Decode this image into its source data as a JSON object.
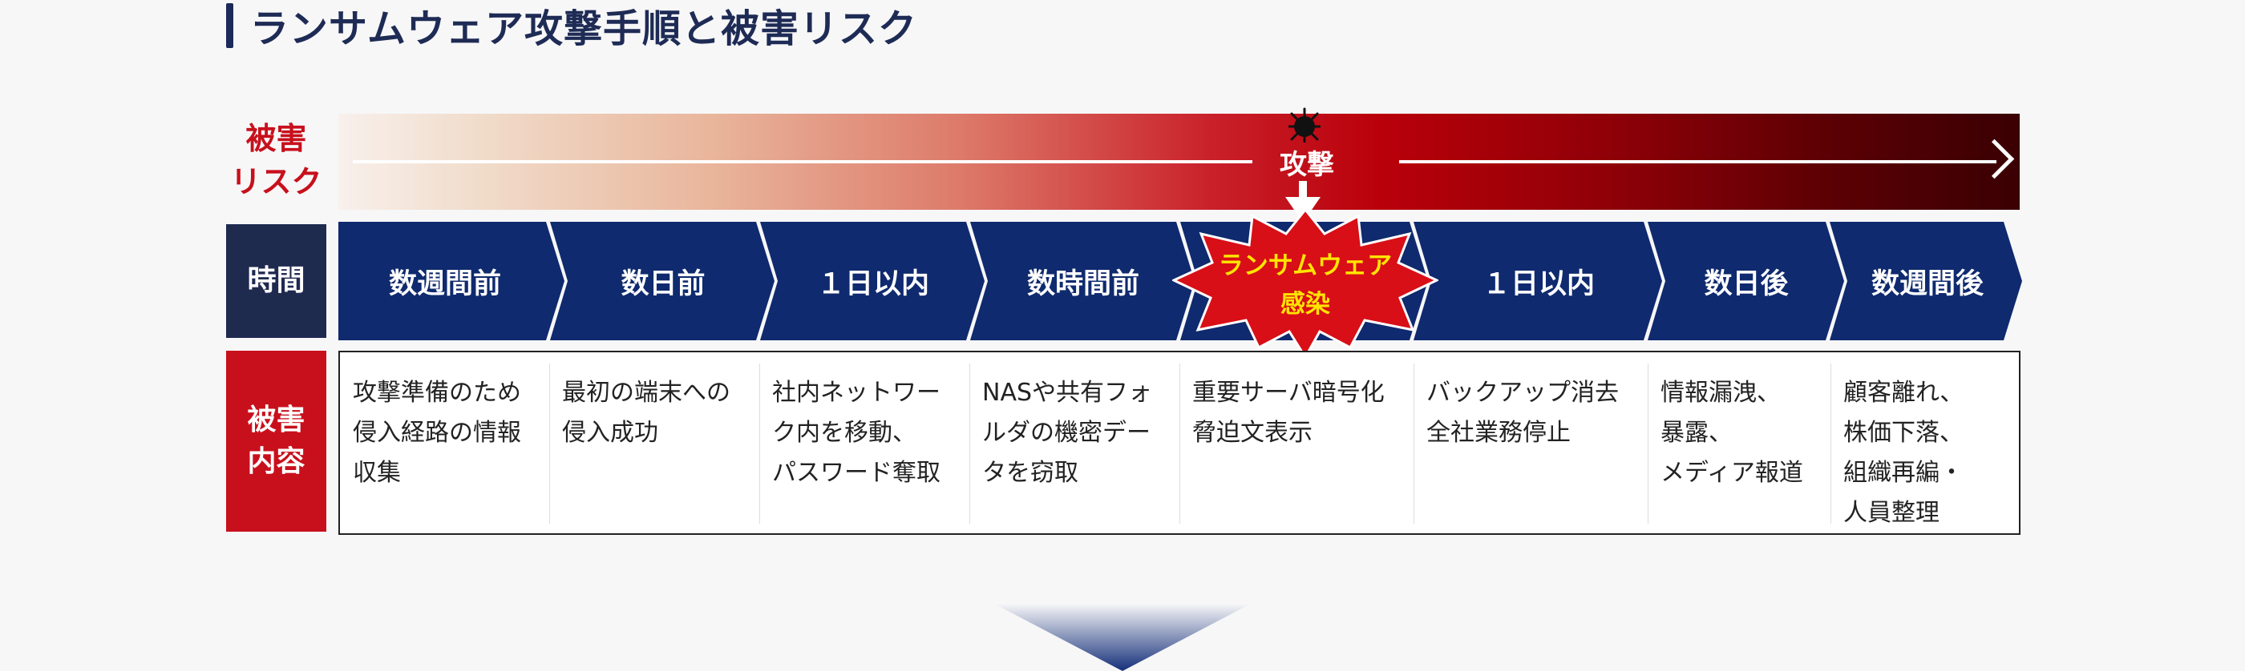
{
  "title": "ランサムウェア攻撃手順と被害リスク",
  "risk": {
    "label_line1": "被害",
    "label_line2": "リスク",
    "attack_label": "攻撃"
  },
  "time_label": "時間",
  "damage_label_line1": "被害",
  "damage_label_line2": "内容",
  "infection": {
    "line1": "ランサムウェア",
    "line2": "感染"
  },
  "timeline": [
    {
      "label": "数週間前",
      "damage": [
        "攻撃準備のため",
        "侵入経路の情報",
        "収集"
      ]
    },
    {
      "label": "数日前",
      "damage": [
        "最初の端末への",
        "侵入成功"
      ]
    },
    {
      "label": "１日以内",
      "damage": [
        "社内ネットワー",
        "ク内を移動、",
        "パスワード奪取"
      ]
    },
    {
      "label": "数時間前",
      "damage": [
        "NASや共有フォ",
        "ルダの機密デー",
        "タを窃取"
      ]
    },
    {
      "label": "",
      "damage": [
        "重要サーバ暗号化",
        "脅迫文表示"
      ]
    },
    {
      "label": "１日以内",
      "damage": [
        "バックアップ消去",
        "全社業務停止"
      ]
    },
    {
      "label": "数日後",
      "damage": [
        "情報漏洩、",
        "暴露、",
        "メディア報道"
      ]
    },
    {
      "label": "数週間後",
      "damage": [
        "顧客離れ、",
        "株価下落、",
        "組織再編・",
        "人員整理"
      ]
    }
  ],
  "colors": {
    "navy": "#0f2a6e",
    "red": "#c8101c",
    "dark_label": "#1f2a4f",
    "yellow_text": "#ffe500"
  },
  "icons": {
    "attack": "virus-bug-icon",
    "arrow": "arrow-right-icon",
    "down": "arrow-down-icon"
  }
}
